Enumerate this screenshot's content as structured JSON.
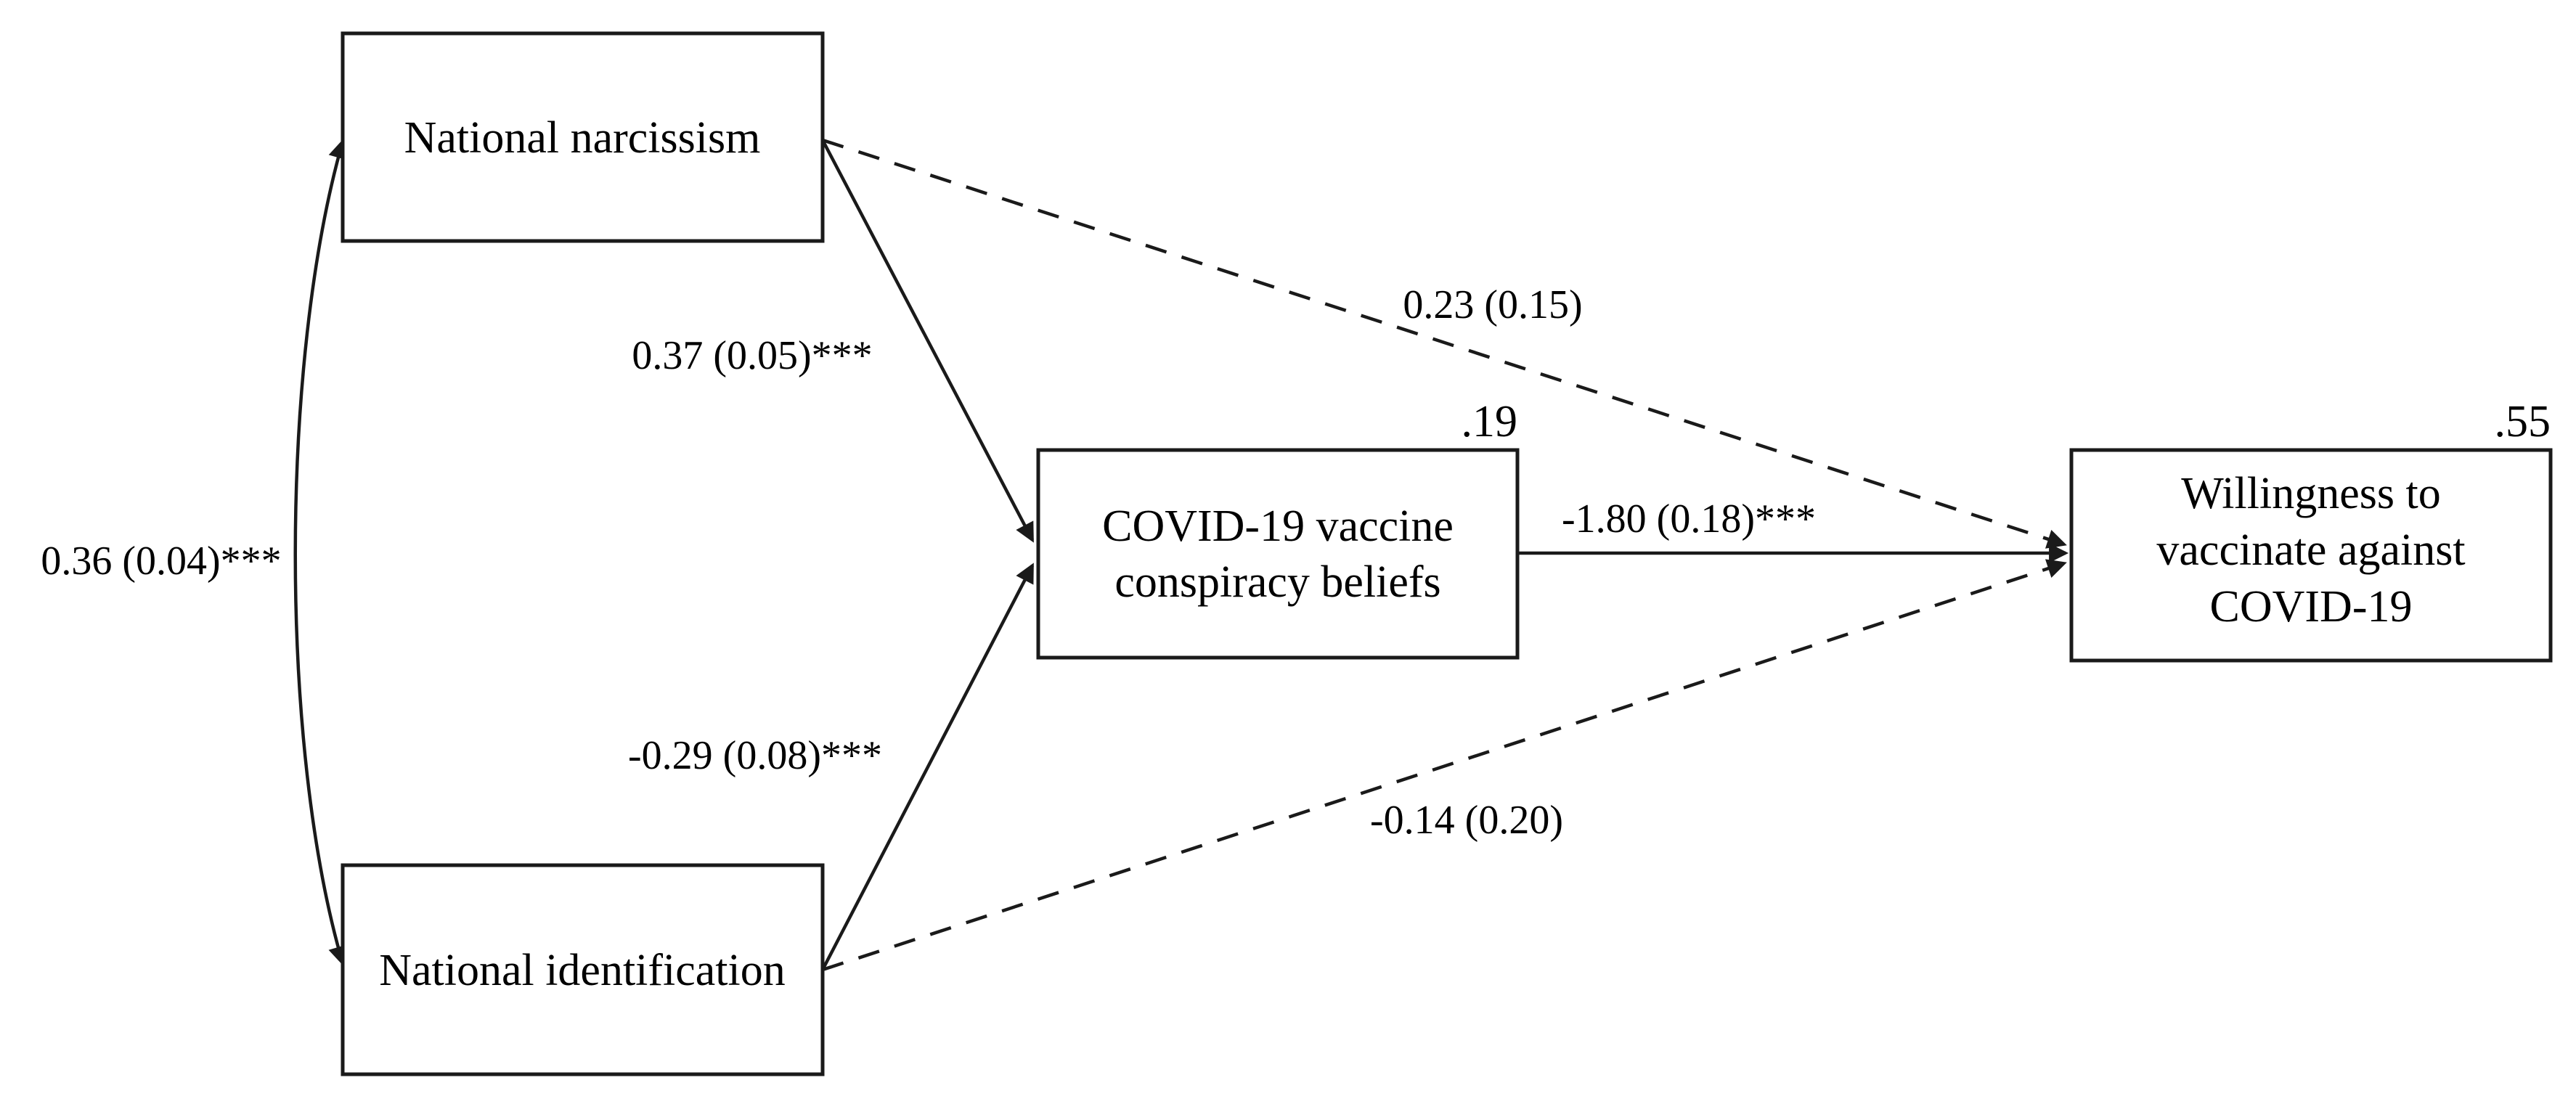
{
  "boxes": {
    "narcissism": {
      "label": "National narcissism"
    },
    "identification": {
      "label": "National identification"
    },
    "conspiracy": {
      "line1": "COVID-19 vaccine",
      "line2": "conspiracy beliefs",
      "r2": ".19"
    },
    "willingness": {
      "line1": "Willingness to",
      "line2": "vaccinate against",
      "line3": "COVID-19",
      "r2": ".55"
    }
  },
  "edges": {
    "covariance": {
      "label": "0.36 (0.04)***",
      "style": "curved-double-headed-solid"
    },
    "narc_conspiracy": {
      "label": "0.37 (0.05)***",
      "style": "solid"
    },
    "ident_conspiracy": {
      "label": "-0.29 (0.08)***",
      "style": "solid"
    },
    "conspiracy_willingness": {
      "label": "-1.80 (0.18)***",
      "style": "solid"
    },
    "narc_willingness": {
      "label": "0.23 (0.15)",
      "style": "dashed"
    },
    "ident_willingness": {
      "label": "-0.14 (0.20)",
      "style": "dashed"
    }
  },
  "colors": {
    "line": "#1a1a1a",
    "text": "#000000",
    "background": "#ffffff"
  }
}
